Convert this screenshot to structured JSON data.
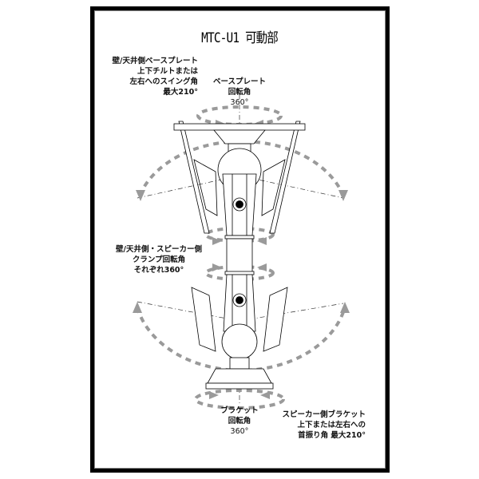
{
  "title": "MTC-U1 可動部",
  "labels": {
    "wall_base_tilt": [
      "壁/天井側ベースプレート",
      "上下チルトまたは",
      "左右へのスイング角",
      "最大210°"
    ],
    "base_rotation": [
      "ベースプレート",
      "回転角",
      "360°"
    ],
    "clamp_rotation": [
      "壁/天井側・スピーカー側",
      "クランプ回転角",
      "それぞれ360°"
    ],
    "bracket_rotation": [
      "ブラケット",
      "回転角",
      "360°"
    ],
    "speaker_bracket_swing": [
      "スピーカー側ブラケット",
      "上下または左右への",
      "首振り角 最大210°"
    ]
  },
  "colors": {
    "arrow": "#9a9a9a",
    "line": "#000000",
    "frame": "#000000"
  }
}
